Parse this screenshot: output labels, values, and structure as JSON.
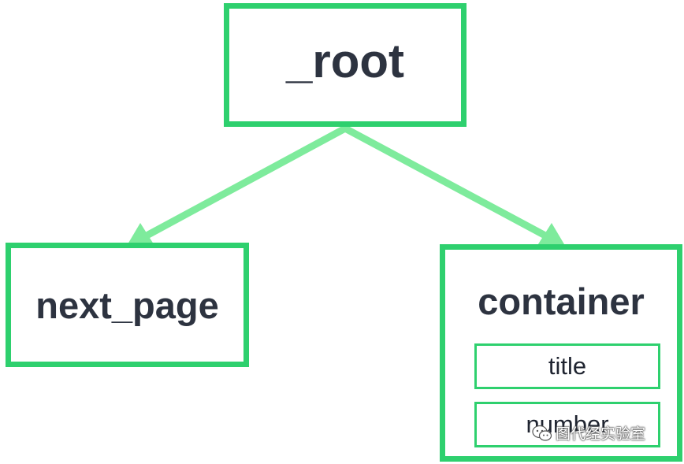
{
  "nodes": {
    "root": {
      "label": "_root"
    },
    "next_page": {
      "label": "next_page"
    },
    "container": {
      "label": "container",
      "fields": [
        "title",
        "number"
      ]
    }
  },
  "edges": [
    {
      "from": "_root",
      "to": "next_page"
    },
    {
      "from": "_root",
      "to": "container"
    }
  ],
  "watermark": {
    "icon": "wechat-icon",
    "text": "图代经实验室"
  },
  "colors": {
    "box_border": "#2ed06e",
    "arrow": "#7eeb9c",
    "text": "#2d3340"
  }
}
